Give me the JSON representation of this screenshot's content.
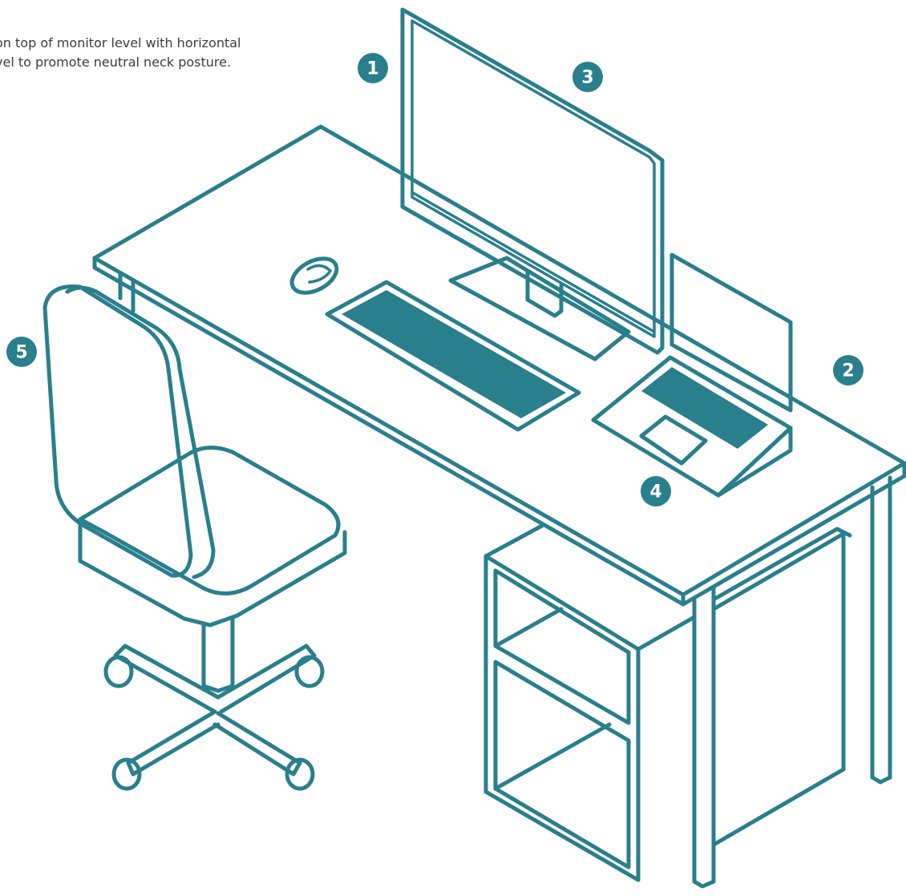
{
  "caption": "on top of monitor level with horizontal\nvel to promote neutral neck posture.",
  "badges": [
    {
      "number": "1",
      "meaning": "monitor top"
    },
    {
      "number": "2",
      "meaning": "desk"
    },
    {
      "number": "3",
      "meaning": "monitor screen"
    },
    {
      "number": "4",
      "meaning": "laptop"
    },
    {
      "number": "5",
      "meaning": "chair"
    }
  ],
  "colors": {
    "line": "#2a7f8c",
    "text": "#3c3c3c",
    "background": "#ffffff"
  },
  "icons": [
    "desk-icon",
    "monitor-icon",
    "keyboard-icon",
    "mouse-icon",
    "laptop-icon",
    "office-chair-icon",
    "drawer-cabinet-icon"
  ]
}
